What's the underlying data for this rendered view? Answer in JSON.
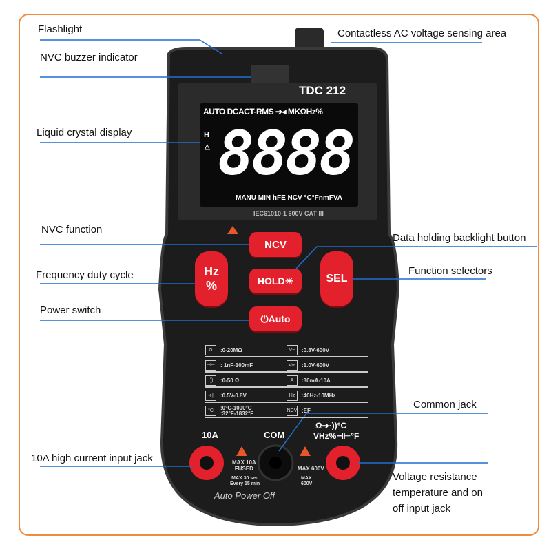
{
  "device": {
    "model": "TDC 212",
    "lcd": {
      "top_annunciators": "AUTO DCACT-RMS ➔◂ MKΩHz%",
      "digits": "8888",
      "bottom_annunciators": "MANU MIN hFE NCV °C°FnmFVA",
      "left_icons": [
        "H",
        "△"
      ]
    },
    "standard": "IEC61010-1   600V CAT III",
    "buttons": {
      "ncv": "NCV",
      "hz": "Hz",
      "percent": "%",
      "hold": "HOLD☀",
      "sel": "SEL",
      "power": "⏻Auto"
    },
    "specs": [
      {
        "icon": "Ω",
        "range": ":0-20MΩ"
      },
      {
        "icon": "V~",
        "range": ":0.8V-600V"
      },
      {
        "icon": "⊣⊢",
        "range": ": 1nF-100mF"
      },
      {
        "icon": "V⎓",
        "range": ":1.0V-600V"
      },
      {
        "icon": "·))",
        "range": ":0-50 Ω"
      },
      {
        "icon": "A",
        "range": ":30mA-10A"
      },
      {
        "icon": "➔|",
        "range": ":0.5V-0.8V"
      },
      {
        "icon": "Hz",
        "range": ":40Hz-10MHz"
      },
      {
        "icon": "°C",
        "range": ":0°C-1000°C\n:32°F-1832°F"
      },
      {
        "icon": "NCV",
        "range": ":EF"
      }
    ],
    "jacks": {
      "left": "10A",
      "com": "COM",
      "right_line1": "Ω➔·))°C",
      "right_line2": "VHz%⊣⊢°F",
      "left_warning": "MAX 10A\nFUSED",
      "right_warning": "MAX 600V",
      "left_note": "MAX 30 sec\nEvery 15 min",
      "right_note": "MAX\n600V",
      "auto_off": "Auto Power Off"
    }
  },
  "callouts": {
    "flashlight": "Flashlight",
    "nvc_buzzer": "NVC buzzer indicator",
    "lcd": "Liquid crystal display",
    "nvc_function": "NVC function",
    "frequency": "Frequency duty cycle",
    "power": "Power switch",
    "ten_a": "10A high current input jack",
    "contactless": "Contactless AC voltage sensing area",
    "hold": "Data holding backlight button",
    "selectors": "Function selectors",
    "common": "Common jack",
    "voltage_1": "Voltage resistance",
    "voltage_2": "temperature and on",
    "voltage_3": "off input jack"
  },
  "colors": {
    "frame": "#f08a3c",
    "line": "#1f6fd1",
    "button": "#e3212c",
    "body": "#1c1c1c"
  }
}
